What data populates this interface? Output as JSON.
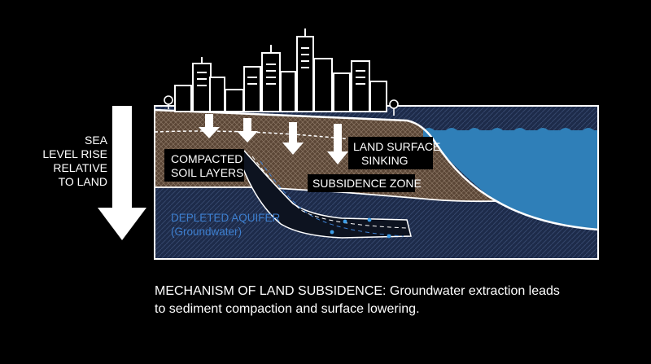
{
  "diagram": {
    "side_arrow_label": [
      "SEA",
      "LEVEL RISE",
      "RELATIVE",
      "TO LAND"
    ],
    "labels": {
      "compacted": [
        "COMPACTED",
        "SOIL LAYERS"
      ],
      "land_surface": [
        "LAND SURFACE",
        "SINKING"
      ],
      "subsidence_zone": "SUBSIDENCE ZONE",
      "aquifer": "DEPLETED AQUIFER",
      "aquifer_sub": "(Groundwater)"
    },
    "colors": {
      "background": "#000000",
      "soil": "#5b4636",
      "soil_hatch": "#8a7563",
      "aquifer": "#1d2b4a",
      "aquifer_hatch": "#34466b",
      "water": "#2f7fb8",
      "aquifer_label": "#3d7fd0",
      "outline": "#ffffff"
    }
  },
  "caption": {
    "line1": "MECHANISM OF LAND SUBSIDENCE: Groundwater extraction leads",
    "line2": "to sediment compaction and surface lowering."
  }
}
